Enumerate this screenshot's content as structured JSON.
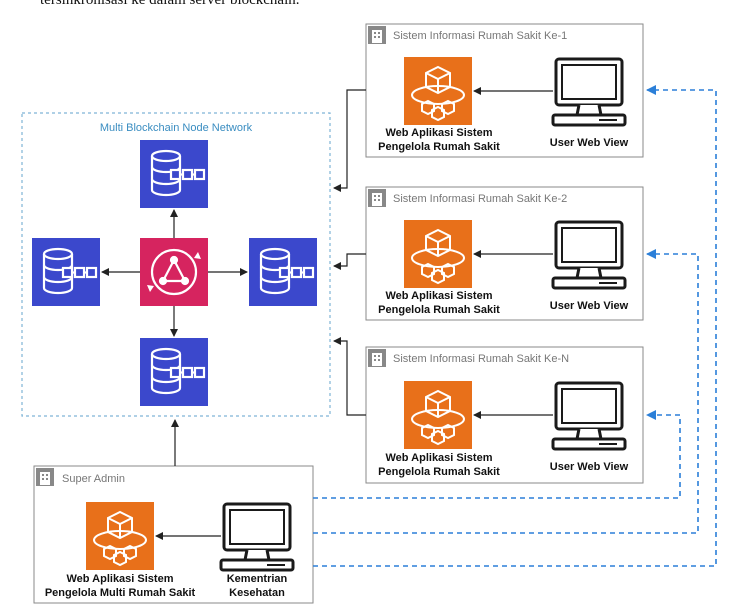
{
  "caption_fragment": "tersinkronisasi ke dalam server blockchain.",
  "network": {
    "title": "Multi Blockchain Node Network"
  },
  "hospitals": [
    {
      "title": "Sistem Informasi Rumah Sakit Ke-1",
      "app_line1": "Web Aplikasi Sistem",
      "app_line2": "Pengelola Rumah Sakit",
      "user": "User Web View"
    },
    {
      "title": "Sistem Informasi Rumah Sakit Ke-2",
      "app_line1": "Web Aplikasi Sistem",
      "app_line2": "Pengelola Rumah Sakit",
      "user": "User Web View"
    },
    {
      "title": "Sistem Informasi Rumah Sakit Ke-N",
      "app_line1": "Web Aplikasi Sistem",
      "app_line2": "Pengelola Rumah Sakit",
      "user": "User Web View"
    }
  ],
  "admin": {
    "title": "Super Admin",
    "app_line1": "Web Aplikasi Sistem",
    "app_line2": "Pengelola Multi Rumah Sakit",
    "user_line1": "Kementrian",
    "user_line2": "Kesehatan"
  },
  "colors": {
    "blockchain_node": "#3b48cc",
    "app_service": "#e8701a",
    "hub": "#d6245f",
    "network_border": "#7fb4d6",
    "dashed_link": "#2b7fd8",
    "group_border": "#8a8a8a"
  },
  "icons": {
    "node": "database-blockchain-icon",
    "hub": "blockchain-hub-icon",
    "app": "cube-app-icon",
    "user": "computer-monitor-icon",
    "group": "building-icon"
  }
}
